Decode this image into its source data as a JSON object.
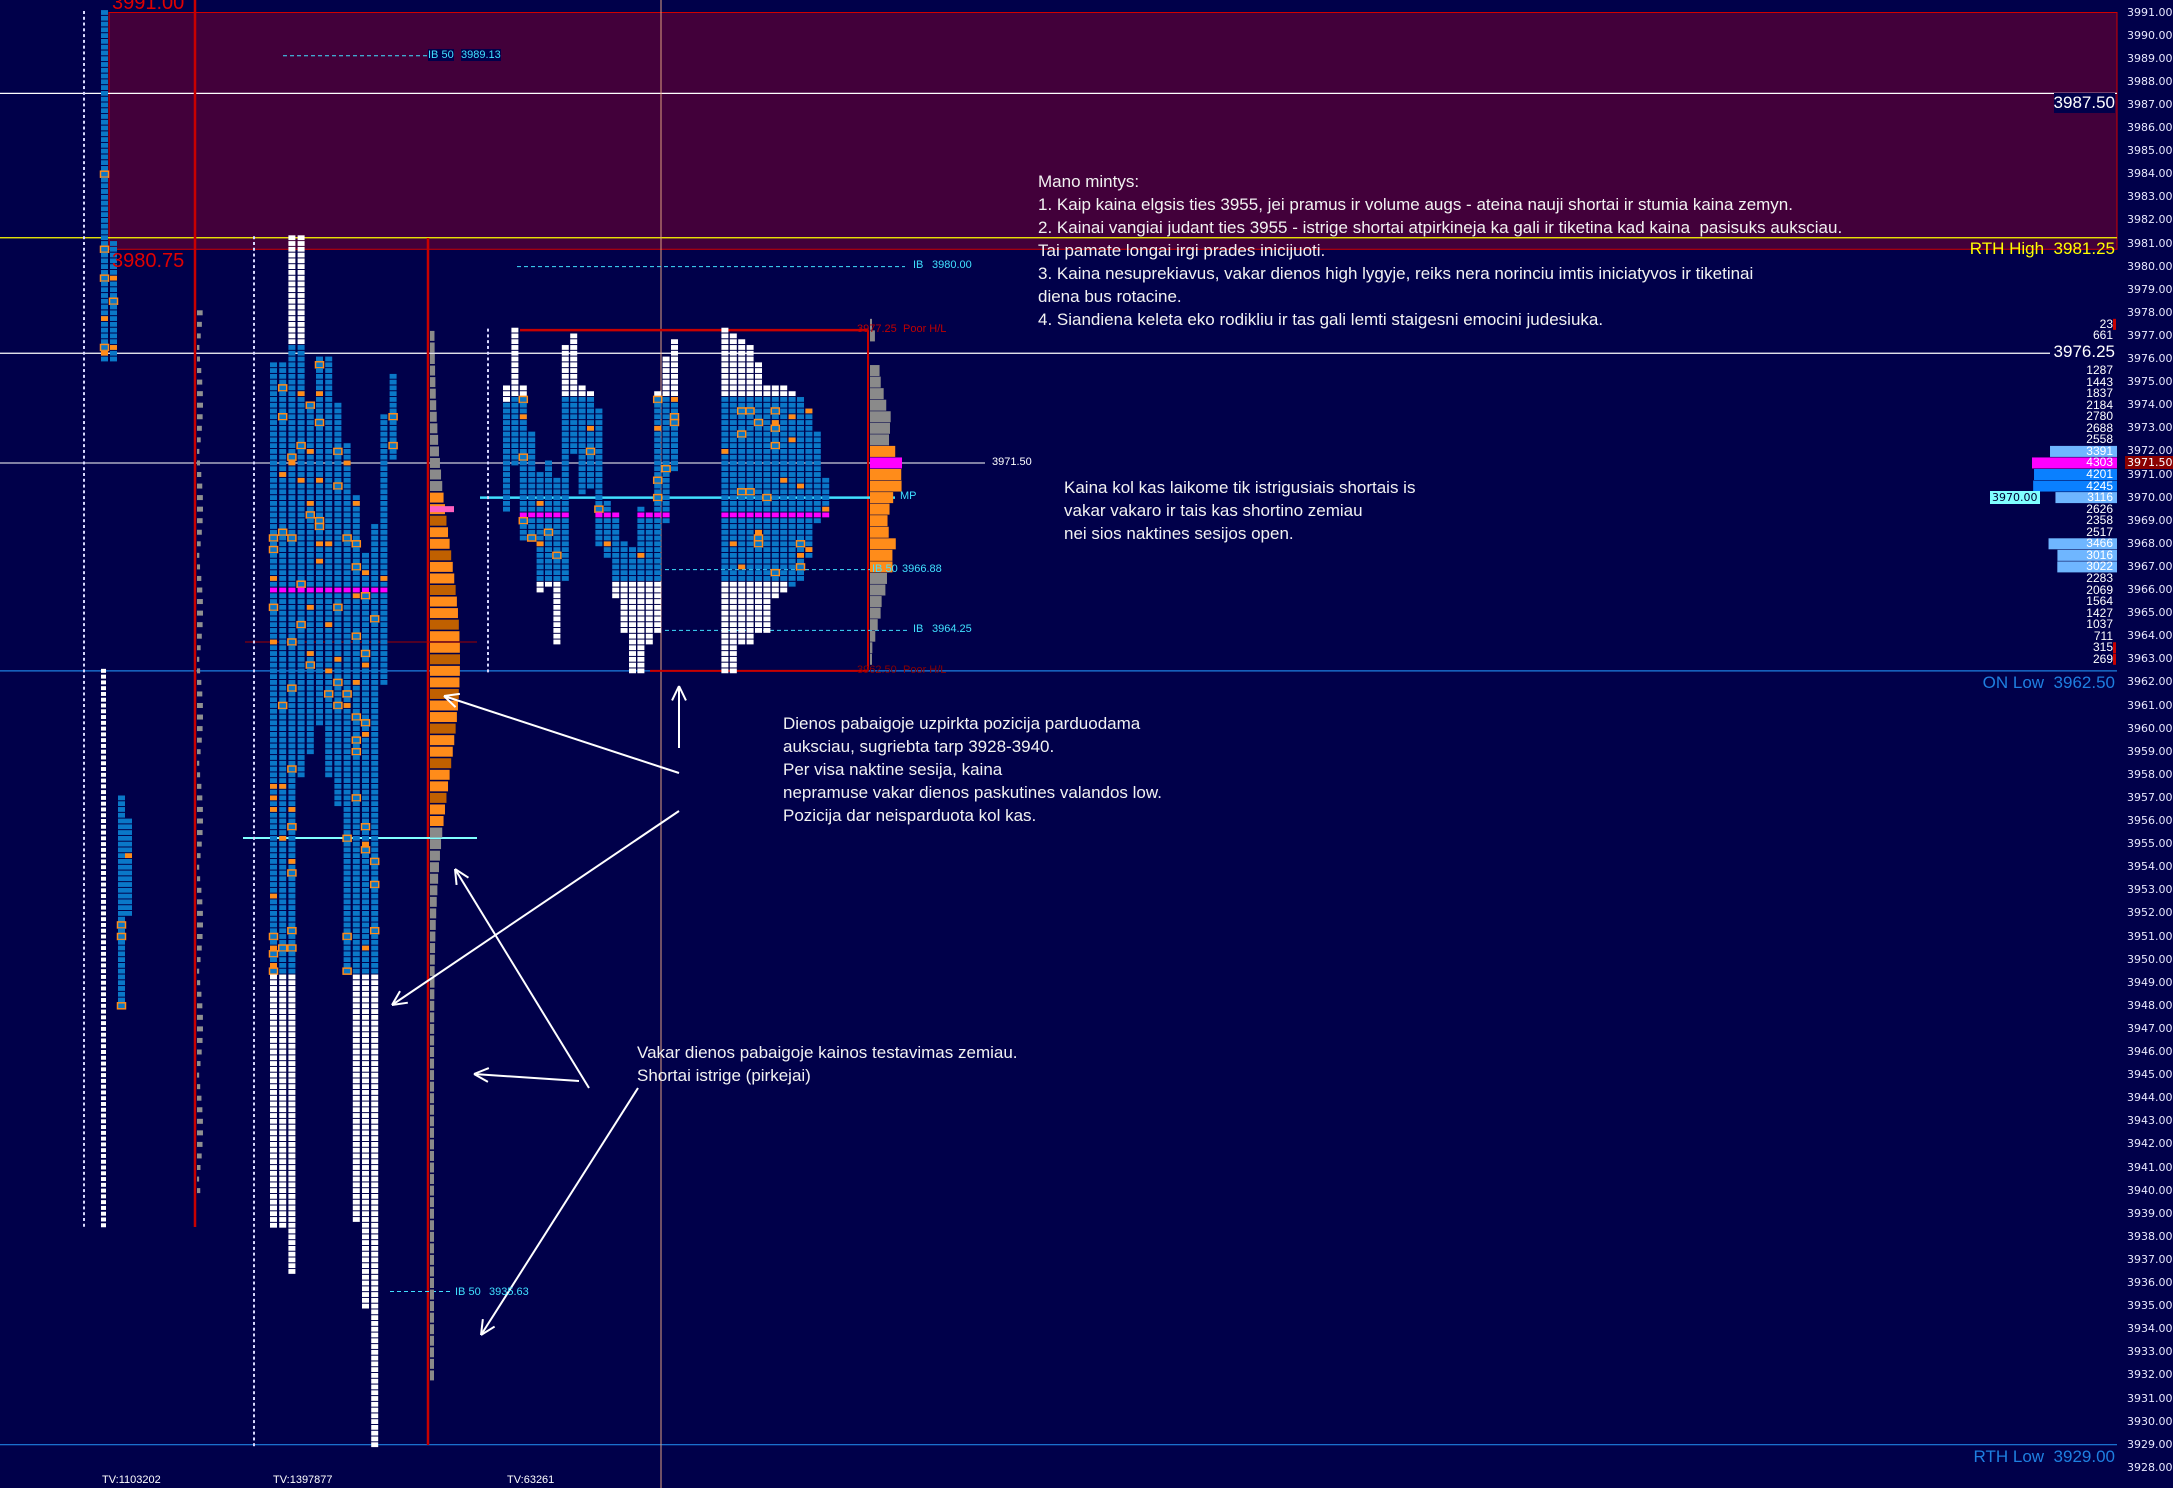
{
  "axis": {
    "max": 3991,
    "min": 3928,
    "ticks": [
      "3991.00",
      "3990.00",
      "3989.00",
      "3988.00",
      "3987.00",
      "3986.00",
      "3985.00",
      "3984.00",
      "3983.00",
      "3982.00",
      "3981.00",
      "3980.00",
      "3979.00",
      "3978.00",
      "3977.00",
      "3976.00",
      "3975.00",
      "3974.00",
      "3973.00",
      "3972.00",
      "3971.00",
      "3970.00",
      "3969.00",
      "3968.00",
      "3967.00",
      "3966.00",
      "3965.00",
      "3964.00",
      "3963.00",
      "3962.00",
      "3961.00",
      "3960.00",
      "3959.00",
      "3958.00",
      "3957.00",
      "3956.00",
      "3955.00",
      "3954.00",
      "3953.00",
      "3952.00",
      "3951.00",
      "3950.00",
      "3949.00",
      "3948.00",
      "3947.00",
      "3946.00",
      "3945.00",
      "3944.00",
      "3943.00",
      "3942.00",
      "3941.00",
      "3940.00",
      "3939.00",
      "3938.00",
      "3937.00",
      "3936.00",
      "3935.00",
      "3934.00",
      "3933.00",
      "3932.00",
      "3931.00",
      "3930.00",
      "3929.00",
      "3928.00"
    ],
    "current_price": "3971.50",
    "highlight_price": "3970.00"
  },
  "levels": {
    "top_box_high": "3991.00",
    "top_box_low": "3980.75",
    "line_3987": "3987.50",
    "rth_high_label": "RTH High",
    "rth_high": "3981.25",
    "line_3976": "3976.25",
    "on_low_label": "ON Low",
    "on_low": "3962.50",
    "rth_low_label": "RTH Low",
    "rth_low": "3929.00"
  },
  "profile_labels": {
    "ib50_top_tag": "IB 50",
    "ib50_top_value": "3989.13",
    "ib_top_tag": "IB",
    "ib_top_value": "3980.00",
    "poor_high_value": "3977.25",
    "poor_high_tag": "Poor H/L",
    "poc_value": "3971.50",
    "mp_tag": "MP",
    "ib50_mid_tag": "IB 50",
    "ib50_mid_value": "3966.88",
    "ib_low_tag": "IB",
    "ib_low_value": "3964.25",
    "poor_low_value": "3962.50",
    "poor_low_tag": "Poor H/L",
    "ib50_low_tag": "IB 50",
    "ib50_low_value": "3935.63"
  },
  "volume_ladder": [
    {
      "price": 3977.5,
      "volume": "23"
    },
    {
      "price": 3977.0,
      "volume": "661"
    },
    {
      "price": 3975.5,
      "volume": "1287"
    },
    {
      "price": 3975.0,
      "volume": "1443"
    },
    {
      "price": 3974.5,
      "volume": "1837"
    },
    {
      "price": 3974.0,
      "volume": "2184"
    },
    {
      "price": 3973.5,
      "volume": "2780"
    },
    {
      "price": 3973.0,
      "volume": "2688"
    },
    {
      "price": 3972.5,
      "volume": "2558"
    },
    {
      "price": 3972.0,
      "volume": "3391"
    },
    {
      "price": 3971.5,
      "volume": "4303"
    },
    {
      "price": 3971.0,
      "volume": "4201"
    },
    {
      "price": 3970.5,
      "volume": "4245"
    },
    {
      "price": 3970.0,
      "volume": "3116"
    },
    {
      "price": 3969.5,
      "volume": "2626"
    },
    {
      "price": 3969.0,
      "volume": "2358"
    },
    {
      "price": 3968.5,
      "volume": "2517"
    },
    {
      "price": 3968.0,
      "volume": "3466"
    },
    {
      "price": 3967.5,
      "volume": "3016"
    },
    {
      "price": 3967.0,
      "volume": "3022"
    },
    {
      "price": 3966.5,
      "volume": "2283"
    },
    {
      "price": 3966.0,
      "volume": "2069"
    },
    {
      "price": 3965.5,
      "volume": "1564"
    },
    {
      "price": 3965.0,
      "volume": "1427"
    },
    {
      "price": 3964.5,
      "volume": "1037"
    },
    {
      "price": 3964.0,
      "volume": "711"
    },
    {
      "price": 3963.5,
      "volume": "315"
    },
    {
      "price": 3963.0,
      "volume": "269"
    }
  ],
  "value_area": {
    "high": 3972.0,
    "low": 3967.0,
    "poc": 3971.5
  },
  "profiles": [
    {
      "name": "profile-1",
      "columns": [
        [
          3991,
          3976,
          0,
          0
        ],
        [
          3981,
          3976,
          0,
          0
        ],
        [
          3957,
          3948,
          0,
          0
        ],
        [
          3956,
          3952,
          0,
          0
        ]
      ],
      "white_cols": [
        [
          3962.5,
          3938.5
        ]
      ]
    },
    {
      "name": "profile-2",
      "columns": [
        [
          3975.75,
          3938.5
        ],
        [
          3975.75,
          3938.5
        ],
        [
          3981.25,
          3936.5
        ],
        [
          3981.25,
          3958
        ],
        [
          3974,
          3959
        ],
        [
          3976,
          3960.25
        ],
        [
          3976,
          3958
        ],
        [
          3974,
          3956.75
        ],
        [
          3972.25,
          3949.5
        ],
        [
          3970,
          3938.75
        ],
        [
          3967.5,
          3935
        ],
        [
          3968.75,
          3929
        ],
        [
          3973.5,
          3962
        ],
        [
          3975.25,
          3971.75
        ]
      ],
      "white_above": 3976.5,
      "white_below": 3949.5,
      "magenta": 3966.0
    },
    {
      "name": "profile-3",
      "columns": [
        [
          3974.75,
          3969.5,
          3974.0,
          0
        ],
        [
          3977.25,
          3971.5,
          3974.25,
          0
        ],
        [
          3974.75,
          3968.25,
          3974.25,
          0
        ],
        [
          3972.75,
          3968.25,
          0,
          0
        ],
        [
          3971.0,
          3966.0,
          0,
          3966.5
        ],
        [
          3971.5,
          3966.25,
          0,
          3966.5
        ],
        [
          3970.75,
          3963.75,
          0,
          3966.5
        ],
        [
          3976.5,
          3966.5,
          3974.25,
          0
        ],
        [
          3977.0,
          3972.0,
          3974.25,
          0
        ],
        [
          3974.75,
          3970.25,
          3974.25,
          0
        ],
        [
          3974.5,
          3970.5,
          3974.25,
          0
        ],
        [
          3973.75,
          3968.0,
          0,
          0
        ],
        [
          3969.75,
          3967.5,
          0,
          0
        ],
        [
          3969.25,
          3965.75,
          0,
          3966.5
        ],
        [
          3968.0,
          3964.25,
          0,
          3966.5
        ],
        [
          3967.75,
          3962.5,
          0,
          3966.5
        ],
        [
          3969.5,
          3962.5,
          0,
          3966.5
        ],
        [
          3969.25,
          3963.75,
          0,
          3966.5
        ],
        [
          3974.5,
          3964.25,
          3974.25,
          3966.5
        ],
        [
          3976.0,
          3969.0,
          3974.25,
          0
        ],
        [
          3976.75,
          3971.25,
          3974.25,
          0
        ],
        null,
        null,
        null,
        null,
        null,
        [
          3977.25,
          3962.5,
          3974.25,
          3966.5
        ],
        [
          3977.0,
          3962.5,
          3974.25,
          3966.5
        ],
        [
          3976.75,
          3963.75,
          3974.25,
          3966.5
        ],
        [
          3976.5,
          3963.75,
          3974.25,
          3966.5
        ],
        [
          3975.75,
          3964.25,
          3974.25,
          3966.5
        ],
        [
          3974.75,
          3964.25,
          3974.25,
          3966.5
        ],
        [
          3974.75,
          3965.75,
          3974.25,
          3966.5
        ],
        [
          3974.75,
          3966.0,
          3974.25,
          3966.5
        ],
        [
          3974.5,
          3966.25,
          3974.25,
          0
        ],
        [
          3974.25,
          3966.5,
          0,
          0
        ],
        [
          3973.75,
          3967.5,
          0,
          0
        ],
        [
          3972.75,
          3969.0,
          0,
          0
        ],
        [
          3970.75,
          3969.25,
          0,
          0
        ]
      ],
      "magenta": 3969.25
    }
  ],
  "notes": {
    "mano_mintys": [
      "Mano mintys:",
      "1. Kaip kaina elgsis ties 3955, jei pramus ir volume augs - ateina nauji shortai ir stumia kaina zemyn.",
      "2. Kainai vangiai judant ties 3955 - istrige shortai atpirkineja ka gali ir tiketina kad kaina  pasisuks auksciau.",
      "Tai pamate longai irgi prades inicijuoti.",
      "3. Kaina nesuprekiavus, vakar dienos high lygyje, reiks nera norinciu imtis iniciatyvos ir tiketinai",
      "diena bus rotacine.",
      "4. Siandiena keleta eko rodikliu ir tas gali lemti staigesni emocini judesiuka."
    ],
    "kaina_kol_kas": [
      "Kaina kol kas laikome tik istrigusiais shortais is",
      "vakar vakaro ir tais kas shortino zemiau",
      "nei sios naktines sesijos open."
    ],
    "dienos_pabaigoje": [
      "Dienos pabaigoje uzpirkta pozicija parduodama",
      "auksciau, sugriebta tarp 3928-3940.",
      "Per visa naktine sesija, kaina",
      "nepramuse vakar dienos paskutines valandos low.",
      "Pozicija dar neisparduota kol kas."
    ],
    "vakar_dienos": [
      "Vakar dienos pabaigoje kainos testavimas zemiau.",
      "Shortai istrige (pirkejai)"
    ]
  },
  "footer": {
    "tv1": "TV:1103202",
    "tv2": "TV:1397877",
    "tv3": "TV:63261"
  },
  "colors": {
    "background": "#00004a",
    "box": "#42003a",
    "tpo_blue": "#0a78c8",
    "orange": "#ff8c1a",
    "magenta": "#ff00ff",
    "cyan": "#40e0ff",
    "red": "#c80000",
    "yellow": "#ffff00",
    "blue_line": "#1e7fe0"
  }
}
